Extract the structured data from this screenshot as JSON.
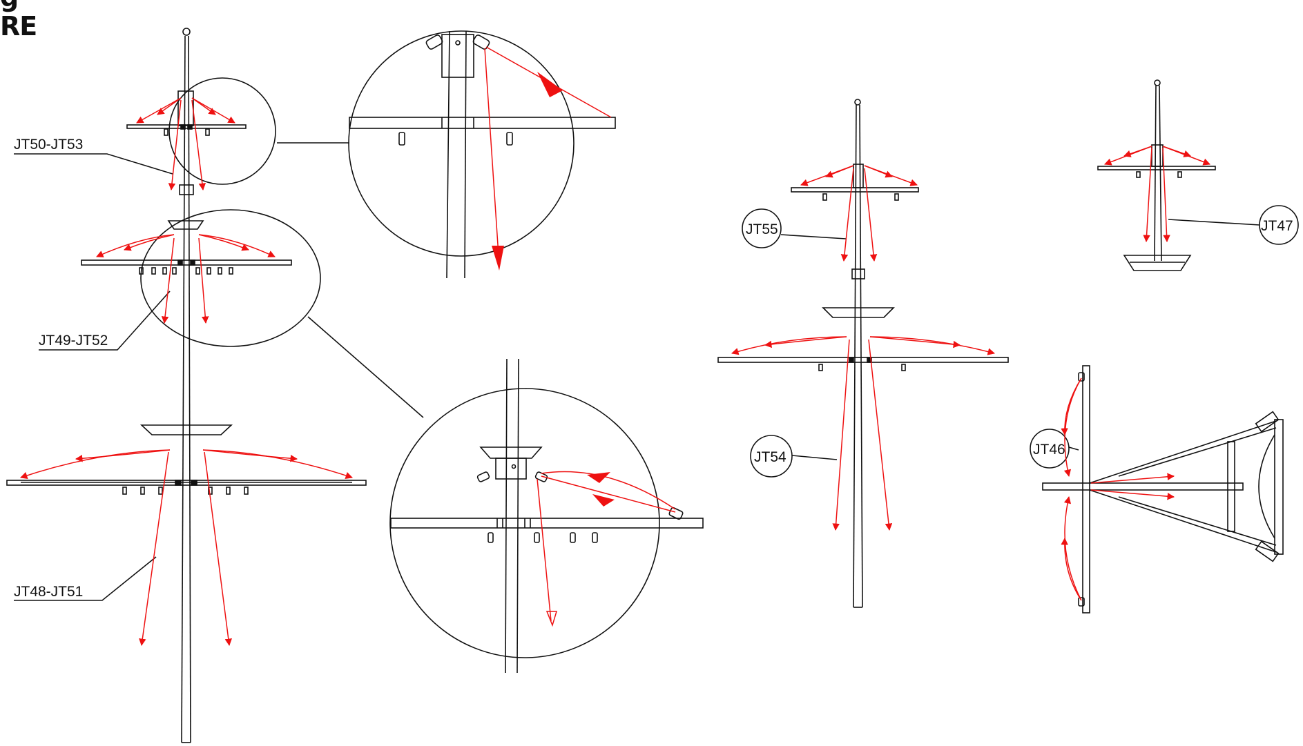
{
  "title_fragment": "RE",
  "title_top_fragment": "g",
  "labels": {
    "jt50_jt53": "JT50-JT53",
    "jt49_jt52": "JT49-JT52",
    "jt48_jt51": "JT48-JT51",
    "jt55": "JT55",
    "jt54": "JT54",
    "jt47": "JT47",
    "jt46": "JT46"
  },
  "colors": {
    "line": "#111111",
    "arrow": "#ee1111"
  }
}
